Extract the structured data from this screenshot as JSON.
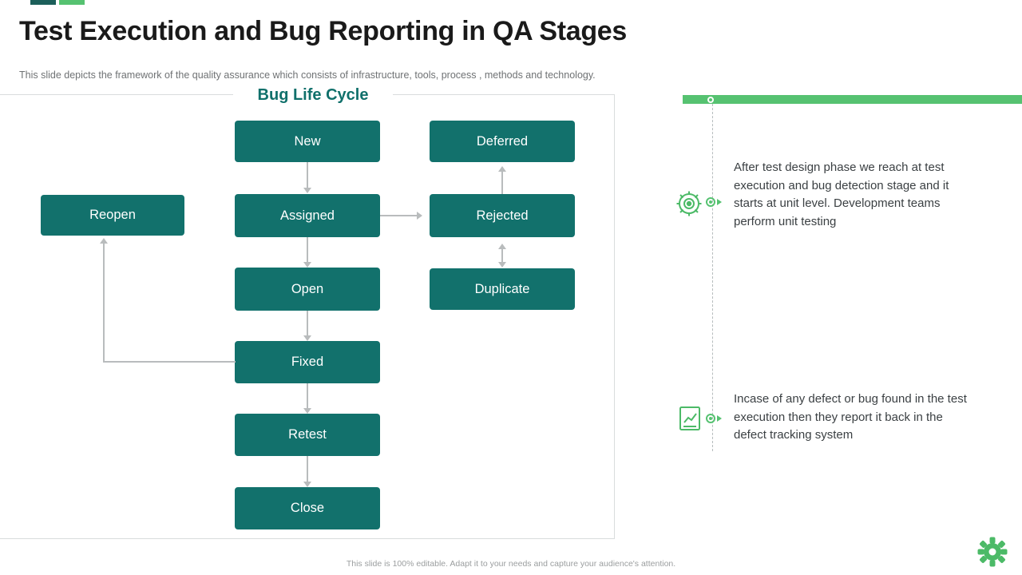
{
  "header": {
    "title": "Test Execution and Bug Reporting in QA Stages",
    "subtitle": "This slide depicts the framework of the quality assurance which consists of infrastructure, tools, process , methods and technology."
  },
  "left_panel": {
    "title": "Bug Life Cycle",
    "nodes": [
      {
        "id": "new",
        "label": "New"
      },
      {
        "id": "deferred",
        "label": "Deferred"
      },
      {
        "id": "reopen",
        "label": "Reopen"
      },
      {
        "id": "assigned",
        "label": "Assigned"
      },
      {
        "id": "rejected",
        "label": "Rejected"
      },
      {
        "id": "open",
        "label": "Open"
      },
      {
        "id": "duplicate",
        "label": "Duplicate"
      },
      {
        "id": "fixed",
        "label": "Fixed"
      },
      {
        "id": "retest",
        "label": "Retest"
      },
      {
        "id": "close",
        "label": "Close"
      }
    ]
  },
  "notes": [
    {
      "icon": "target-gear-icon",
      "text": "After test design phase we reach at test execution and bug detection stage and it starts at unit level. Development teams perform unit testing"
    },
    {
      "icon": "chart-document-icon",
      "text": "Incase of any defect or bug found in the test execution then they report it back in the defect tracking system"
    }
  ],
  "footer": {
    "note": "This slide is 100% editable. Adapt it to your needs and capture your audience's attention."
  },
  "colors": {
    "node_fill": "#12716c",
    "accent_green": "#56c271",
    "title_teal": "#10706b",
    "connector_gray": "#b9bcbd"
  }
}
